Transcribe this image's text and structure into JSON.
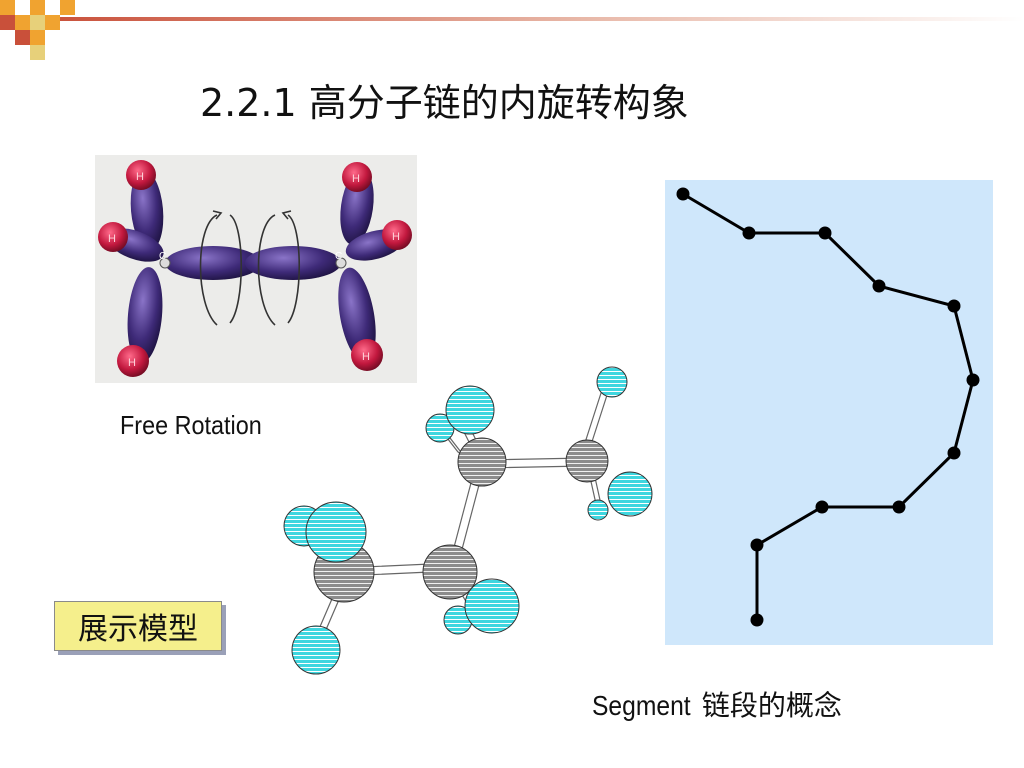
{
  "slide": {
    "title": "2.2.1 高分子链的内旋转构象",
    "free_rotation_caption": "Free Rotation",
    "demo_button_label": "展示模型",
    "segment_caption_en": "Segment",
    "segment_caption_zh": "链段的概念"
  },
  "rotation_figure": {
    "atom_labels": [
      "H",
      "H",
      "H",
      "C",
      "C",
      "H",
      "H",
      "H"
    ]
  },
  "colors": {
    "header_gradient_start": "#c9503a",
    "panel_background": "#cfe7fb",
    "atom_cyan": "#3fd6df",
    "atom_gray": "#8c8c8c",
    "orbital_purple": "#3e2a78",
    "orbital_red": "#c2183e",
    "button_yellow": "#f5ef8c"
  },
  "icons": [
    "rotation-arrow-icon"
  ]
}
